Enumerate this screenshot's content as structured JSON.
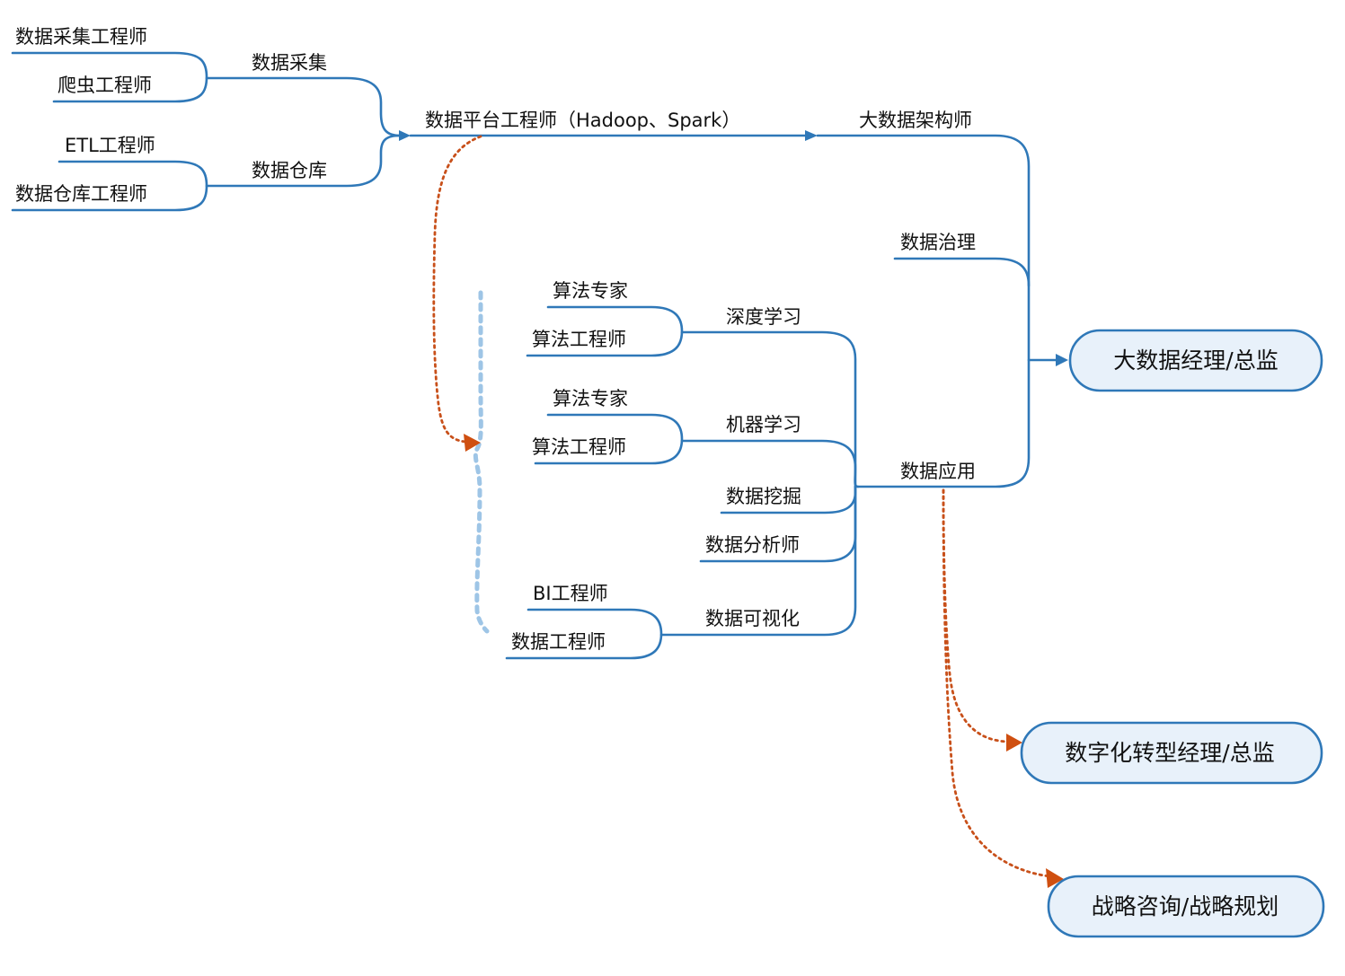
{
  "colors": {
    "line": "#2f78b8",
    "box_fill": "#e8f1fa",
    "dotted_orange": "#c8501a",
    "dotted_blue": "#9ec5e6"
  },
  "left_group": {
    "collect_engineer": "数据采集工程师",
    "crawler_engineer": "爬虫工程师",
    "collect": "数据采集",
    "etl_engineer": "ETL工程师",
    "warehouse_engineer": "数据仓库工程师",
    "warehouse": "数据仓库"
  },
  "platform_engineer": "数据平台工程师（Hadoop、Spark）",
  "architect": "大数据架构师",
  "governance": "数据治理",
  "application": "数据应用",
  "middle_group": {
    "algo_expert_1": "算法专家",
    "algo_engineer_1": "算法工程师",
    "deep_learning": "深度学习",
    "algo_expert_2": "算法专家",
    "algo_engineer_2": "算法工程师",
    "machine_learning": "机器学习",
    "data_mining": "数据挖掘",
    "data_analyst": "数据分析师",
    "bi_engineer": "BI工程师",
    "data_engineer": "数据工程师",
    "data_viz": "数据可视化"
  },
  "boxes": {
    "manager": "大数据经理/总监",
    "digital_transformation": "数字化转型经理/总监",
    "strategy": "战略咨询/战略规划"
  }
}
